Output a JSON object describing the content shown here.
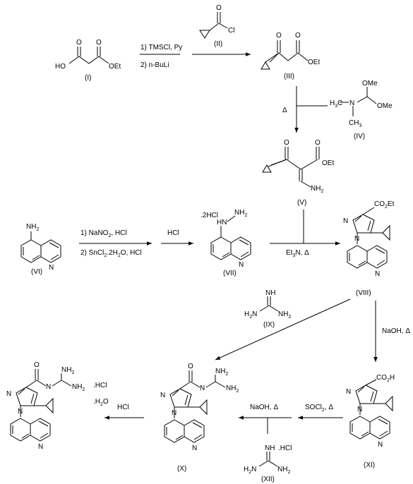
{
  "compounds": {
    "I": {
      "label": "(I)",
      "atoms": {
        "ho": "HO",
        "oet": "OEt",
        "o1": "O",
        "o2": "O"
      }
    },
    "II": {
      "label": "(II)",
      "atoms": {
        "o": "O",
        "cl": "Cl"
      }
    },
    "III": {
      "label": "(III)",
      "atoms": {
        "o1": "O",
        "o2": "O",
        "oet": "OEt"
      }
    },
    "IV": {
      "label": "(IV)",
      "atoms": {
        "n": "N",
        "ome1": "OMe",
        "ome2": "OMe",
        "h3c": "H",
        "h3c_sub": "3",
        "h3c_c": "C",
        "ch3": "CH",
        "ch3_sub": "3"
      }
    },
    "V": {
      "label": "(V)",
      "atoms": {
        "o1": "O",
        "o2": "O",
        "oet": "OEt",
        "nh2": "NH",
        "nh2_sub": "2"
      }
    },
    "VI": {
      "label": "(VI)",
      "atoms": {
        "nh2": "NH",
        "nh2_sub": "2",
        "n": "N"
      }
    },
    "VII": {
      "label": "(VII)",
      "salt": ".2HCl",
      "atoms": {
        "hn": "HN",
        "nh2": "NH",
        "nh2_sub": "2",
        "n": "N"
      }
    },
    "VIII": {
      "label": "(VIII)",
      "atoms": {
        "co2et": "CO",
        "co2et_sub": "2",
        "co2et_tail": "Et",
        "n1": "N",
        "n2": "N",
        "n3": "N"
      }
    },
    "IX": {
      "label": "(IX)",
      "atoms": {
        "nh": "NH",
        "h2n": "H",
        "h2n_sub": "2",
        "h2n_n": "N",
        "nh2": "NH",
        "nh2_sub": "2"
      }
    },
    "X": {
      "label": "(X)",
      "atoms": {
        "o": "O",
        "n": "N",
        "nh2a": "NH",
        "nh2a_sub": "2",
        "nh2b": "NH",
        "nh2b_sub": "2",
        "n1": "N",
        "n2": "N",
        "n3": "N"
      }
    },
    "XI": {
      "label": "(XI)",
      "atoms": {
        "co2h": "CO",
        "co2h_sub": "2",
        "co2h_tail": "H",
        "n1": "N",
        "n2": "N",
        "n3": "N"
      }
    },
    "XII": {
      "label": "(XII)",
      "salt": ".HCl",
      "atoms": {
        "nh": "NH",
        "h2n": "H",
        "h2n_sub": "2",
        "h2n_n": "N",
        "nh2": "NH",
        "nh2_sub": "2"
      }
    },
    "final": {
      "salt1": ".HCl",
      "salt2": ".H",
      "salt2_sub": "2",
      "salt2_tail": "O",
      "atoms": {
        "o": "O",
        "n": "N",
        "nh2a": "NH",
        "nh2a_sub": "2",
        "nh2b": "NH",
        "nh2b_sub": "2",
        "n1": "N",
        "n2": "N",
        "n3": "N"
      }
    }
  },
  "conditions": {
    "step1_a": "1) TMSCl, Py",
    "step1_b": "2) n-BuLi",
    "step2": "Δ",
    "step3_a": "1) NaNO",
    "step3_a_sub": "2",
    "step3_a_tail": ", HCl",
    "step3_b": "2) SnCl",
    "step3_b_sub": "2",
    "step3_b_mid": ".2H",
    "step3_b_sub2": "2",
    "step3_b_tail": "O, HCl",
    "step4": "HCl",
    "step5": "Et",
    "step5_sub": "3",
    "step5_tail": "N, Δ",
    "step6": "NaOH, Δ",
    "step7": "SOCl",
    "step7_sub": "2",
    "step7_tail": ", Δ",
    "step8": "NaOH, Δ",
    "step9": "HCl"
  }
}
